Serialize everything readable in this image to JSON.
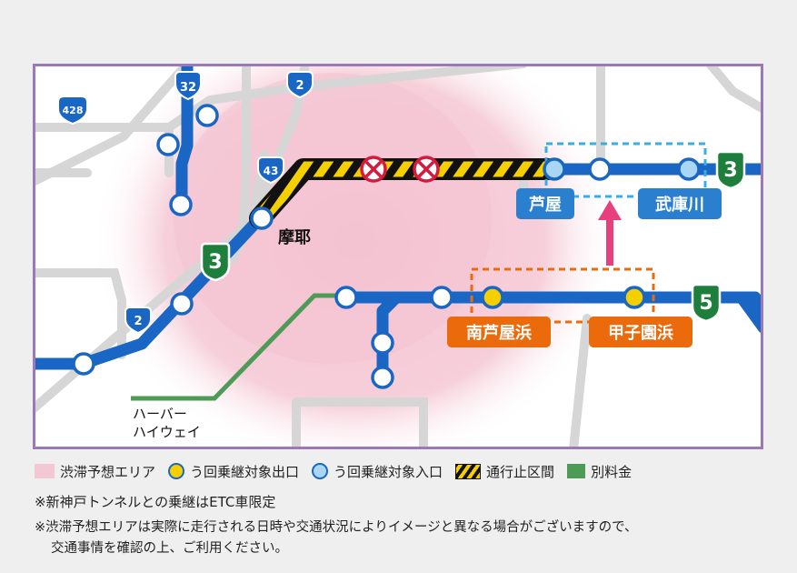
{
  "map": {
    "route_numbers": {
      "r428": "428",
      "r32": "32",
      "r2_top": "2",
      "r43": "43",
      "r2_left": "2"
    },
    "expressway_numbers": {
      "e3_left": "3",
      "e3_right": "3",
      "e5": "5"
    },
    "labels": {
      "maya": "摩耶",
      "harbor_line1": "ハーバー",
      "harbor_line2": "ハイウェイ"
    },
    "stations": {
      "ashiya": "芦屋",
      "mukogawa": "武庫川",
      "minami_ashiyahama": "南芦屋浜",
      "koshienhama": "甲子園浜"
    }
  },
  "legend": {
    "congestion": "渋滞予想エリア",
    "exit": "う回乗継対象出口",
    "entrance": "う回乗継対象入口",
    "closed": "通行止区間",
    "separate_fare": "別料金"
  },
  "notes": {
    "note1": "※新神戸トンネルとの乗継はETC車限定",
    "note2_line1": "※渋滞予想エリアは実際に走行される日時や交通状況によりイメージと異なる場合がございますので、",
    "note2_line2": "交通事情を確認の上、ご利用ください。"
  },
  "colors": {
    "expressway": "#1a66c4",
    "congestion": "#f4c7d4",
    "exit_dot": "#f6cf00",
    "entrance_dot": "#a9d6f3",
    "closed_hatch": "#f6cf00",
    "separate_fare": "#4d9b56",
    "station_blue_label": "#2a80cf",
    "station_orange_label": "#ea6a0c",
    "route_badge_green": "#1e7f3d",
    "frame": "#9c78b8",
    "arrow": "#e6407f"
  }
}
